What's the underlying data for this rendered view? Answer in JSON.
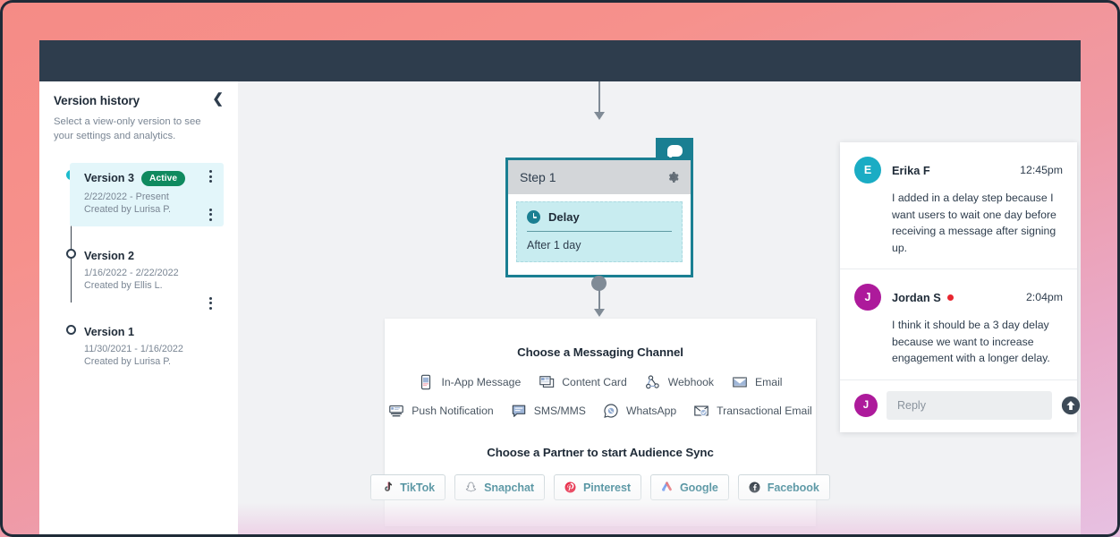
{
  "theme": {
    "accent_teal": "#1a7f92",
    "dark_header": "#2e3d4d",
    "active_badge_green": "#0f8a5f",
    "timeline_active_dot": "#1dbccd",
    "highlight_row": "#e3f6fa",
    "delay_box": "#c8ecf0",
    "partner_text": "#2c7b8c",
    "unread_red": "#e8262f"
  },
  "sidebar": {
    "title": "Version history",
    "subtitle": "Select a view-only version to see your settings and analytics.",
    "collapse_icon": "chevron-left-icon",
    "versions": [
      {
        "name": "Version 3",
        "badge": "Active",
        "date_range": "2/22/2022 - Present",
        "created_by": "Created by Lurisa P.",
        "state": "active"
      },
      {
        "name": "Version 2",
        "badge": "",
        "date_range": "1/16/2022 - 2/22/2022",
        "created_by": "Created by Ellis L.",
        "state": "inactive"
      },
      {
        "name": "Version 1",
        "badge": "",
        "date_range": "11/30/2021 - 1/16/2022",
        "created_by": "Created by Lurisa P.",
        "state": "inactive"
      }
    ]
  },
  "canvas": {
    "step_card": {
      "title": "Step 1",
      "settings_icon": "gear-icon",
      "comment_tab_icon": "speech-bubble-icon",
      "block": {
        "icon": "clock-icon",
        "label": "Delay",
        "value": "After 1 day"
      }
    },
    "channel_card": {
      "messaging_heading": "Choose a Messaging Channel",
      "channels": [
        {
          "label": "In-App Message",
          "icon": "in-app-message-icon"
        },
        {
          "label": "Content Card",
          "icon": "content-card-icon"
        },
        {
          "label": "Webhook",
          "icon": "webhook-icon"
        },
        {
          "label": "Email",
          "icon": "email-icon"
        },
        {
          "label": "Push Notification",
          "icon": "push-notification-icon"
        },
        {
          "label": "SMS/MMS",
          "icon": "sms-mms-icon"
        },
        {
          "label": "WhatsApp",
          "icon": "whatsapp-icon"
        },
        {
          "label": "Transactional Email",
          "icon": "transactional-email-icon"
        }
      ],
      "partner_heading": "Choose a Partner to start Audience Sync",
      "partners": [
        {
          "label": "TikTok",
          "icon": "tiktok-icon"
        },
        {
          "label": "Snapchat",
          "icon": "snapchat-icon"
        },
        {
          "label": "Pinterest",
          "icon": "pinterest-icon"
        },
        {
          "label": "Google",
          "icon": "google-ads-icon"
        },
        {
          "label": "Facebook",
          "icon": "facebook-icon"
        }
      ]
    }
  },
  "comments": {
    "items": [
      {
        "initial": "E",
        "avatar_color": "#1aacc4",
        "name": "Erika F",
        "time": "12:45pm",
        "unread": false,
        "text": "I added in a delay step because I want users to wait one day before receiving a message after signing up."
      },
      {
        "initial": "J",
        "avatar_color": "#ad1a9b",
        "name": "Jordan S",
        "time": "2:04pm",
        "unread": true,
        "text": "I think it should be a 3 day delay because we want to increase engagement with a longer delay."
      }
    ],
    "reply": {
      "initial": "J",
      "avatar_color": "#ad1a9b",
      "placeholder": "Reply",
      "send_icon": "send-arrow-up-icon"
    }
  }
}
